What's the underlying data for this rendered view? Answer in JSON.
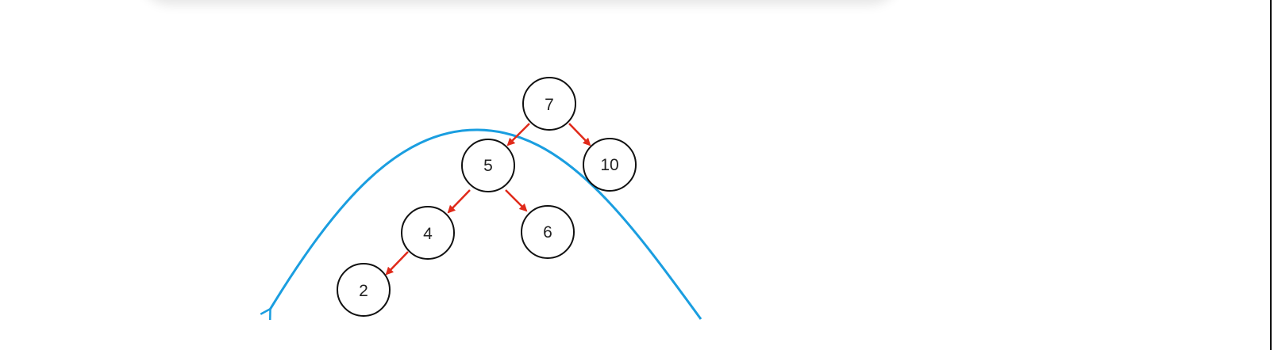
{
  "colors": {
    "background": "#ffffff",
    "node_stroke": "#111111",
    "edge": "#e02a1a",
    "traversal_curve": "#1a9ee0",
    "right_edge_line": "#111111"
  },
  "tree": {
    "nodes": [
      {
        "id": "n7",
        "label": "7"
      },
      {
        "id": "n5",
        "label": "5"
      },
      {
        "id": "n10",
        "label": "10"
      },
      {
        "id": "n4",
        "label": "4"
      },
      {
        "id": "n6",
        "label": "6"
      },
      {
        "id": "n2",
        "label": "2"
      }
    ],
    "edges": [
      {
        "from": "n7",
        "to": "n5"
      },
      {
        "from": "n7",
        "to": "n10"
      },
      {
        "from": "n5",
        "to": "n4"
      },
      {
        "from": "n5",
        "to": "n6"
      },
      {
        "from": "n4",
        "to": "n2"
      }
    ]
  }
}
